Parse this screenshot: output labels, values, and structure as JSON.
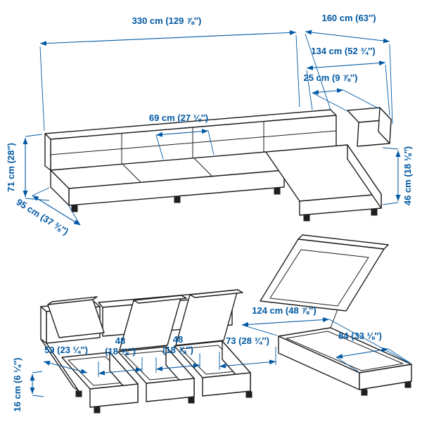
{
  "page": {
    "background": "#ffffff"
  },
  "colors": {
    "dimension_blue": "#0058a3",
    "line_dark": "#1f1f1f"
  },
  "views": {
    "assembled": {
      "dims": {
        "total_width": "330 cm (129 ⅞″)",
        "chaise_depth_total": "160 cm (63″)",
        "chaise_depth_seat": "134 cm (52 ¾″)",
        "armrest_width": "25 cm (9 ⅞″)",
        "seat_width": "69 cm (27 ⅛″)",
        "total_height": "71 cm (28″)",
        "total_depth": "95 cm (37 ⅜″)",
        "seat_height": "46 cm (18 ⅛″)"
      }
    },
    "storage": {
      "dims": {
        "chaise_storage_length": "124 cm (48 ⅞″)",
        "left_module_depth": "59 (23 ¼″)",
        "storage_width_1": "48",
        "storage_width_1_inches": "(18 ⅞″)",
        "storage_width_2": "48",
        "storage_width_2_inches": "(18 ⅞″)",
        "storage_width_3": "73 (28 ¾″)",
        "chaise_storage_width": "84 (33 ⅛″)",
        "plinth_height": "16 cm (6 ¼″)"
      }
    }
  }
}
